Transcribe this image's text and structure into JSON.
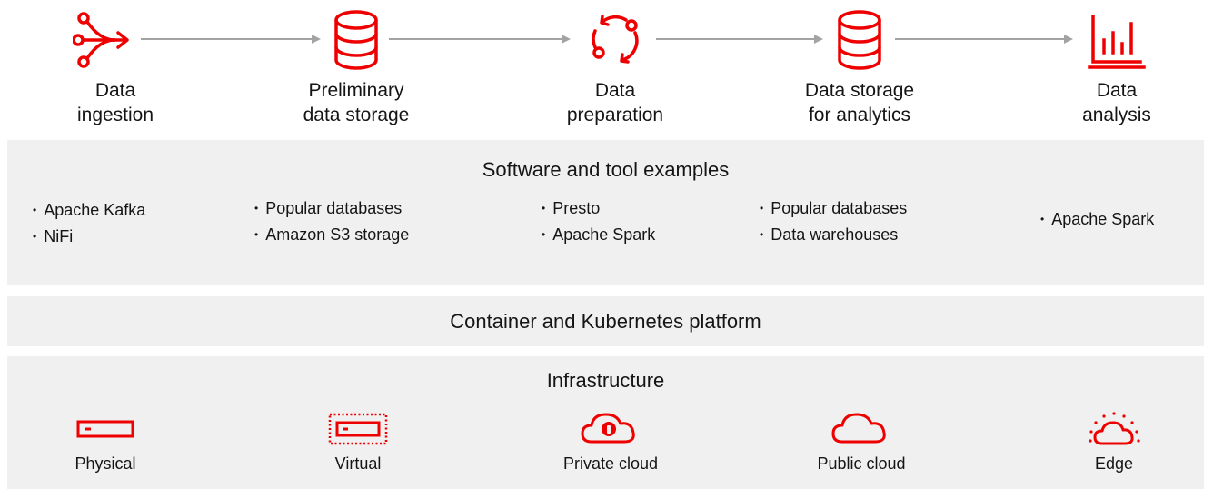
{
  "pipeline": {
    "stages": [
      {
        "label": "Data\ningestion",
        "icon": "branching-arrow-icon"
      },
      {
        "label": "Preliminary\ndata storage",
        "icon": "database-icon"
      },
      {
        "label": "Data\npreparation",
        "icon": "cycle-arrows-icon"
      },
      {
        "label": "Data storage\nfor analytics",
        "icon": "database-icon"
      },
      {
        "label": "Data\nanalysis",
        "icon": "bar-chart-icon"
      }
    ]
  },
  "tools": {
    "title": "Software and tool examples",
    "columns": [
      [
        "Apache Kafka",
        "NiFi"
      ],
      [
        "Popular databases",
        "Amazon S3 storage"
      ],
      [
        "Presto",
        "Apache Spark"
      ],
      [
        "Popular databases",
        "Data warehouses"
      ],
      [
        "Apache Spark"
      ]
    ]
  },
  "platform": {
    "title": "Container and Kubernetes platform"
  },
  "infrastructure": {
    "title": "Infrastructure",
    "items": [
      {
        "label": "Physical",
        "icon": "server-icon"
      },
      {
        "label": "Virtual",
        "icon": "virtual-server-icon"
      },
      {
        "label": "Private cloud",
        "icon": "private-cloud-icon"
      },
      {
        "label": "Public cloud",
        "icon": "cloud-icon"
      },
      {
        "label": "Edge",
        "icon": "edge-cloud-icon"
      }
    ]
  },
  "colors": {
    "accent": "#ee0000",
    "arrow": "#a3a3a3",
    "panel": "#f0f0f0",
    "text": "#151515"
  }
}
